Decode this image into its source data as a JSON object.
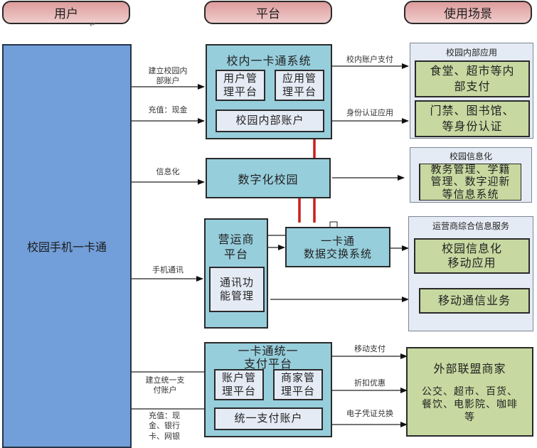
{
  "headers": {
    "user": "用户",
    "platform": "平台",
    "scenarios": "使用场景"
  },
  "user_column": {
    "label": "校园手机一卡通"
  },
  "platforms": {
    "campus_card_system": {
      "title": "校内一卡通系统",
      "user_mgmt": "用户管\n理平台",
      "app_mgmt": "应用管\n理平台",
      "internal_account": "校园内部账户"
    },
    "digital_campus": {
      "title": "数字化校园"
    },
    "operator_platform": {
      "title": "营运商\n平台",
      "comm_mgmt": "通讯功\n能管理"
    },
    "data_exchange": {
      "title": "一卡通\n数据交换系统"
    },
    "unified_payment": {
      "title": "一卡通统一\n支付平台",
      "account_mgmt": "账户管\n理平台",
      "merchant_mgmt": "商家管\n理平台",
      "unified_account": "统一支付账户"
    }
  },
  "user_links": {
    "create_internal_account": "建立校园内\n部账户",
    "recharge_cash": "充值：现金",
    "informatization": "信息化",
    "mobile_comm": "手机通讯",
    "create_unified_account": "建立统一支\n付账户",
    "recharge_multi": "充值：现\n金、银行\n卡、网银"
  },
  "platform_links": {
    "internal_payment": "校内账户支付",
    "identity_auth": "身份认证应用",
    "mobile_payment": "移动支付",
    "discount": "折扣优惠",
    "e_voucher": "电子凭证兑换"
  },
  "scenarios": {
    "campus_internal": {
      "title": "校园内部应用",
      "items": [
        "食堂、超市等内\n部支付",
        "门禁、图书馆、\n等身份认证"
      ]
    },
    "campus_info": {
      "title": "校园信息化",
      "items": [
        "教务管理、学籍\n管理、数字迎新\n等信息系统"
      ]
    },
    "operator_services": {
      "title": "运营商综合信息服务",
      "items": [
        "校园信息化\n移动应用",
        "移动通信业务"
      ]
    },
    "external_merchants": {
      "title": "外部联盟商家",
      "detail": "公交、超市、百货、\n餐饮、电影院、咖啡\n等"
    }
  },
  "colors": {
    "header_fill": "#e3a9a9",
    "user_fill": "#729fd9",
    "platform_fill": "#97cedc",
    "inner_fill": "#e5ebf5",
    "scene_fill": "#c7d9a0",
    "connector_red": "#c8201c"
  }
}
